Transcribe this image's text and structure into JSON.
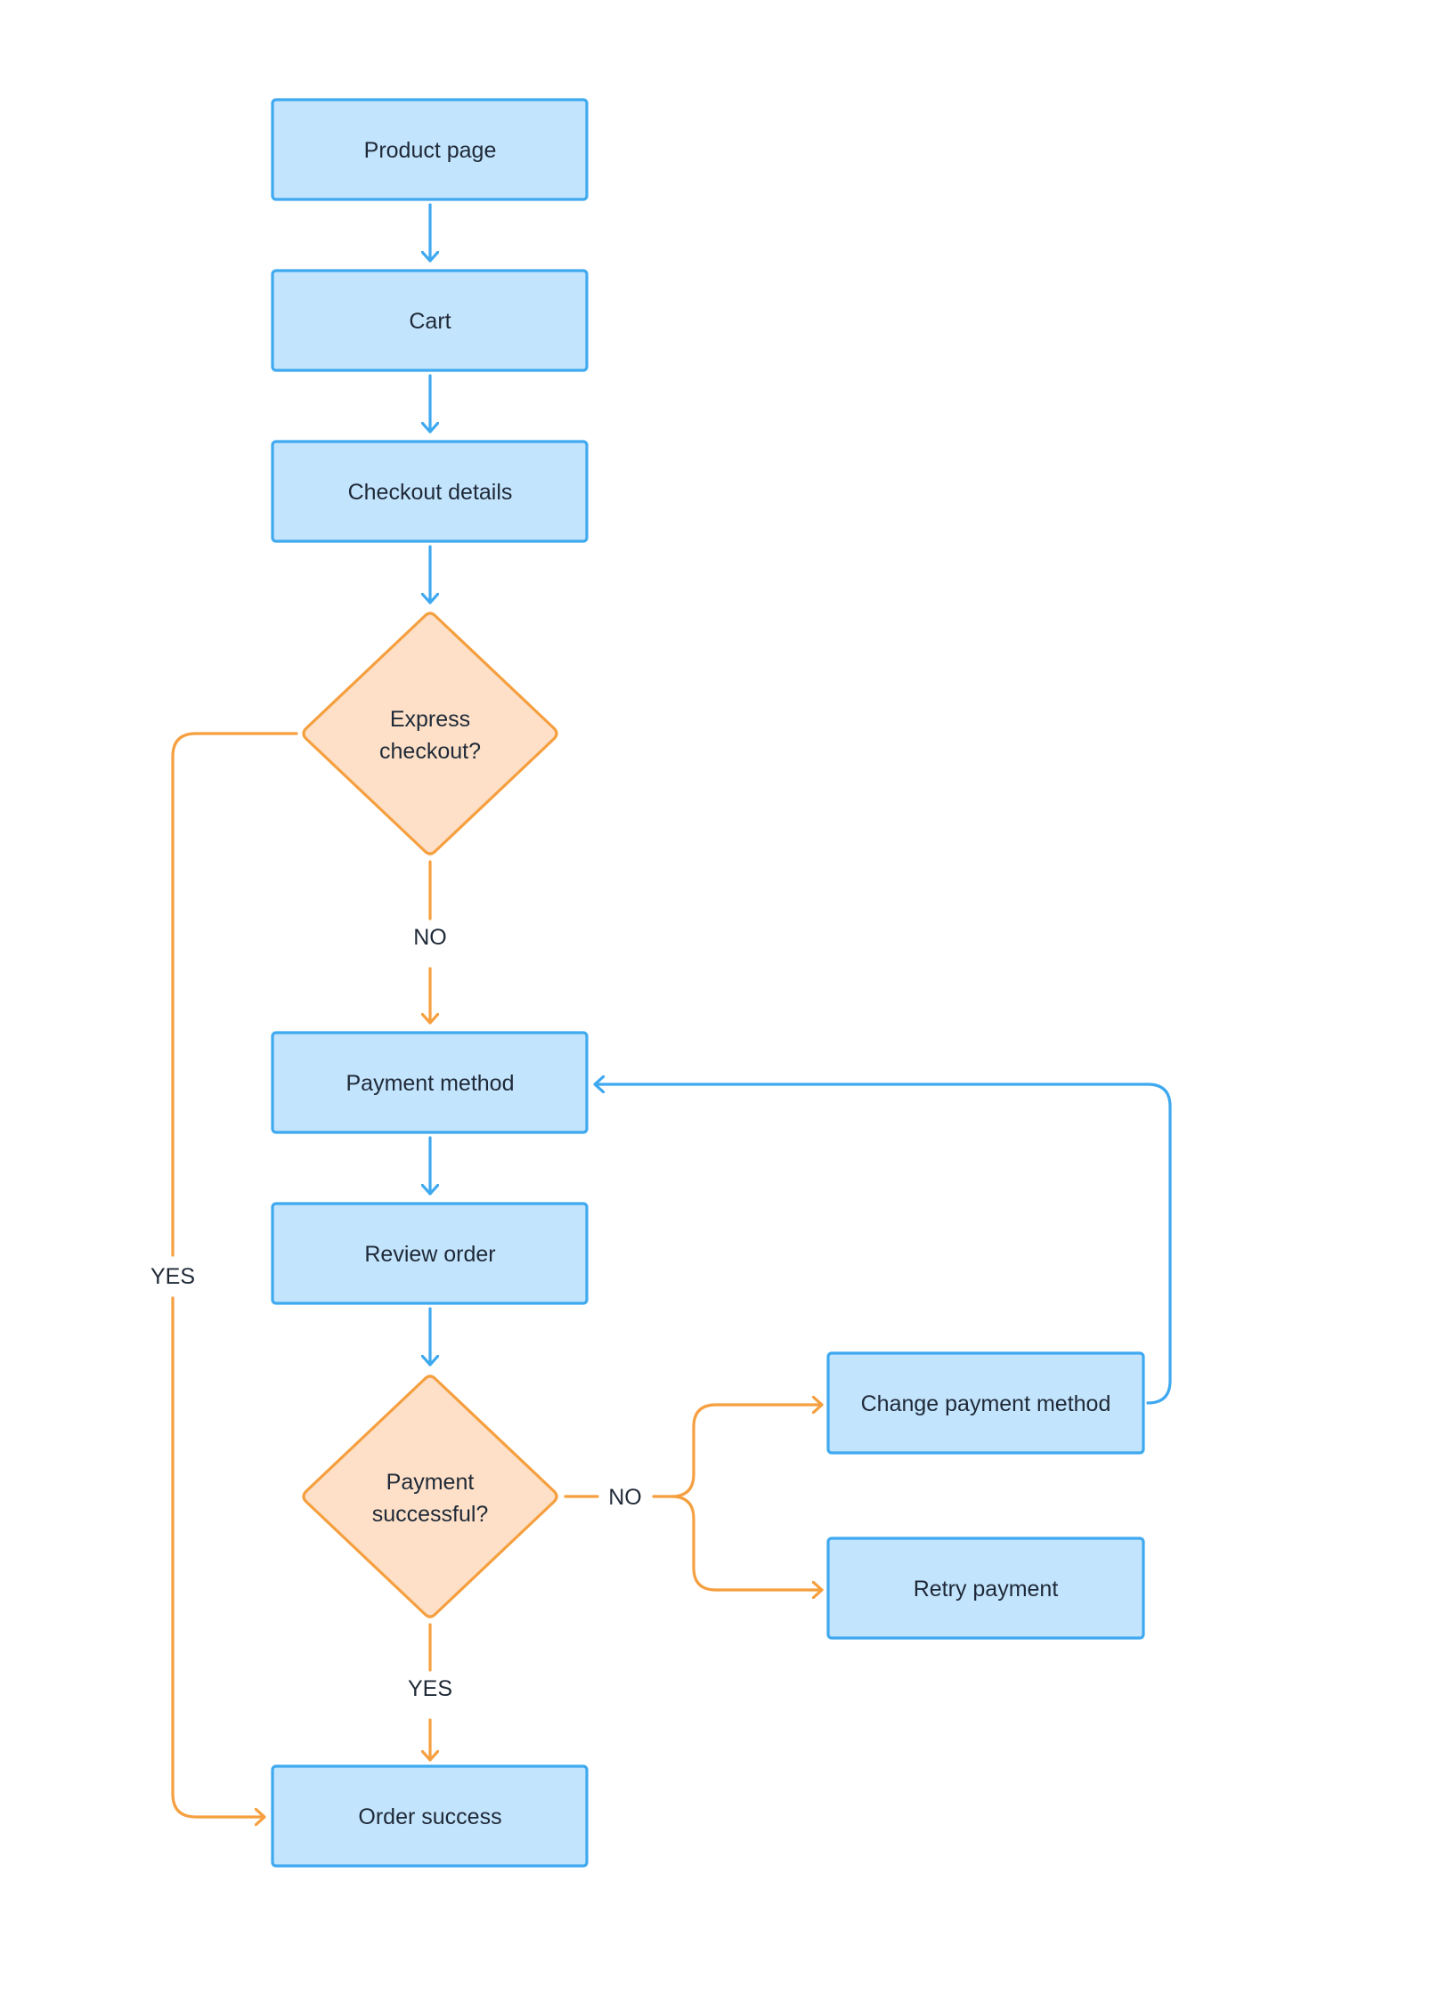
{
  "colors": {
    "process_fill": "#c3e4fd",
    "process_stroke": "#3fa9f0",
    "decision_fill": "#fde0c7",
    "decision_stroke": "#f59f3f",
    "text": "#1f2937",
    "background": "#ffffff"
  },
  "nodes": {
    "product_page": "Product page",
    "cart": "Cart",
    "checkout_details": "Checkout details",
    "express_checkout_line1": "Express",
    "express_checkout_line2": "checkout?",
    "payment_method": "Payment method",
    "review_order": "Review order",
    "payment_successful_line1": "Payment",
    "payment_successful_line2": "successful?",
    "change_payment_method": "Change payment method",
    "retry_payment": "Retry payment",
    "order_success": "Order success"
  },
  "edges": {
    "express_no": "NO",
    "express_yes": "YES",
    "payment_no": "NO",
    "payment_yes": "YES"
  }
}
